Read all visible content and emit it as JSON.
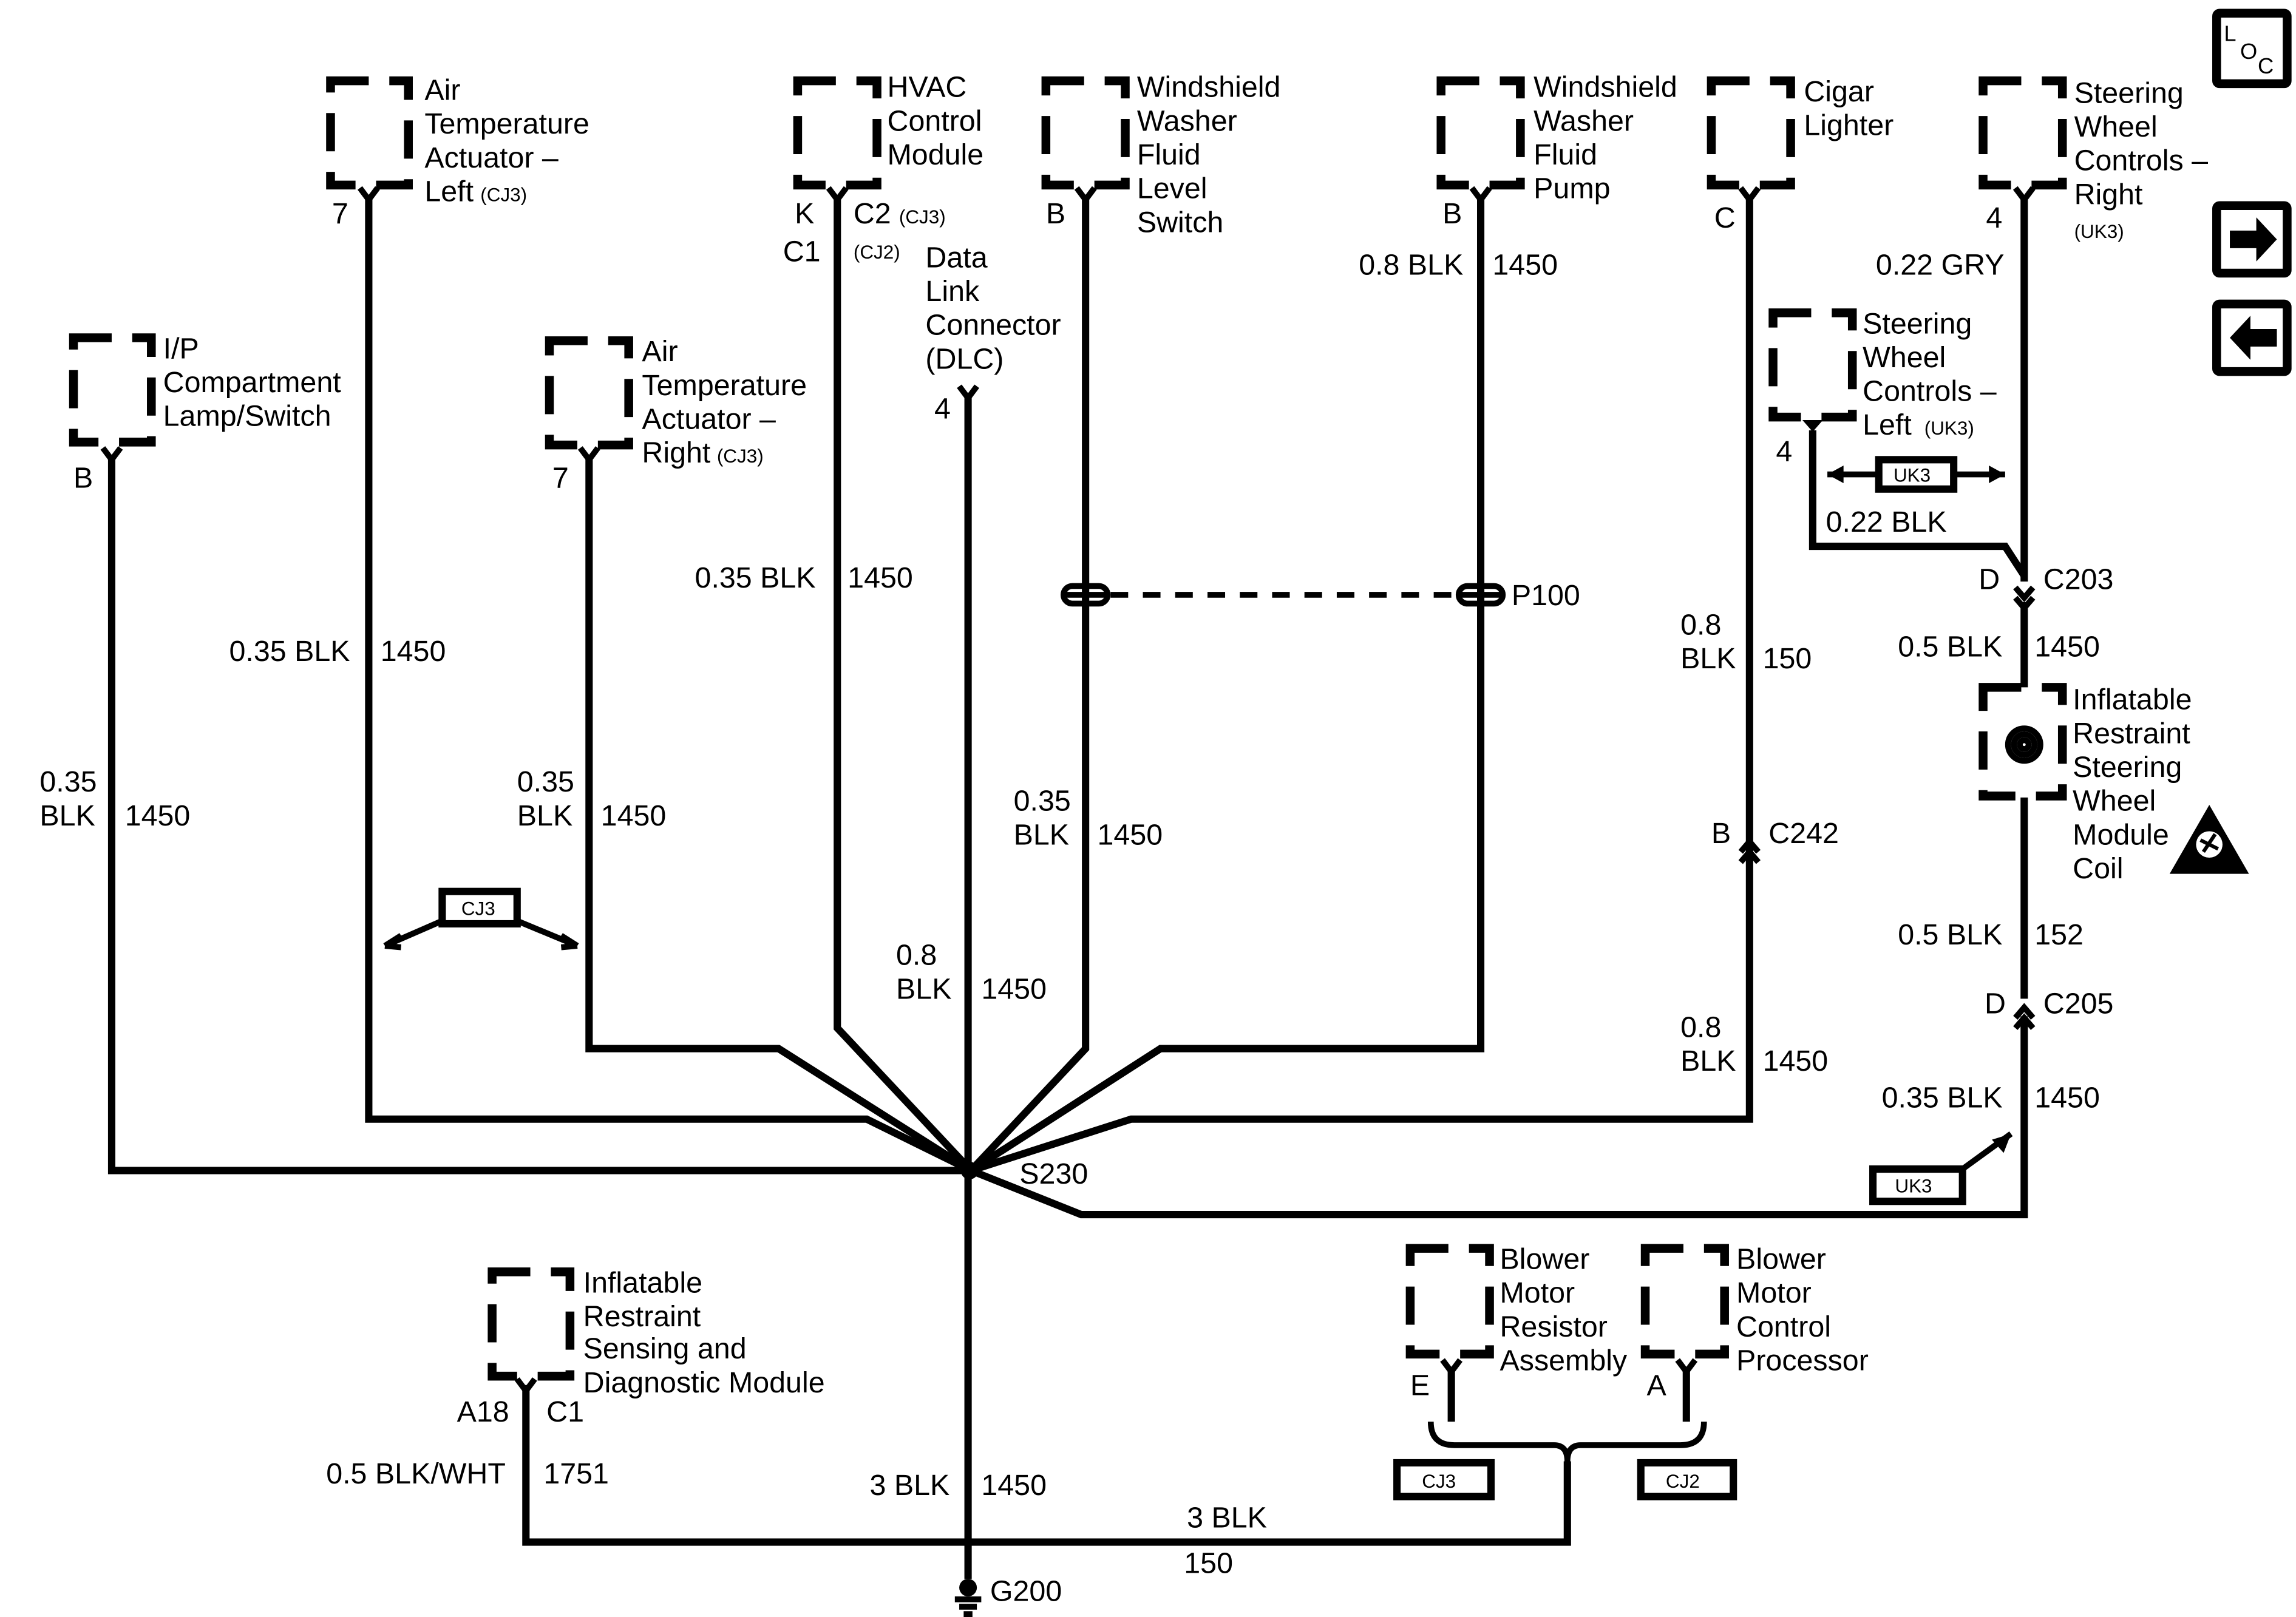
{
  "nav": {
    "loc_l": "L",
    "loc_o": "O",
    "loc_c": "C"
  },
  "components": {
    "air_temp_left": {
      "l1": "Air",
      "l2": "Temperature",
      "l3": "Actuator –",
      "l4": "Left",
      "opt": "(CJ3)",
      "pin": "7",
      "wire_size": "0.35 BLK",
      "circuit": "1450"
    },
    "hvac": {
      "l1": "HVAC",
      "l2": "Control",
      "l3": "Module",
      "pin_k": "K",
      "pin_c2": "C2",
      "opt_c2": "(CJ3)",
      "pin_c1": "C1",
      "opt_c1": "(CJ2)",
      "wire_size": "0.35 BLK",
      "circuit": "1450"
    },
    "washer_switch": {
      "l1": "Windshield",
      "l2": "Washer",
      "l3": "Fluid",
      "l4": "Level",
      "l5": "Switch",
      "pin": "B",
      "wire_a": "0.35",
      "wire_b": "BLK",
      "circuit": "1450"
    },
    "washer_pump": {
      "l1": "Windshield",
      "l2": "Washer",
      "l3": "Fluid",
      "l4": "Pump",
      "pin": "B",
      "wire_size": "0.8 BLK",
      "circuit": "1450"
    },
    "cigar": {
      "l1": "Cigar",
      "l2": "Lighter",
      "pin": "C",
      "wire_a": "0.8",
      "wire_b": "BLK",
      "circuit_a": "150",
      "circuit_b": "1450"
    },
    "sw_right": {
      "l1": "Steering",
      "l2": "Wheel",
      "l3": "Controls –",
      "l4": "Right",
      "opt": "(UK3)",
      "pin": "4",
      "wire_size": "0.22 GRY"
    },
    "sw_left": {
      "l1": "Steering",
      "l2": "Wheel",
      "l3": "Controls –",
      "l4": "Left",
      "opt": "(UK3)",
      "pin": "4",
      "wire_size": "0.22 BLK"
    },
    "ip_lamp": {
      "l1": "I/P",
      "l2": "Compartment",
      "l3": "Lamp/Switch",
      "pin": "B",
      "wire_a": "0.35",
      "wire_b": "BLK",
      "circuit": "1450"
    },
    "air_temp_right": {
      "l1": "Air",
      "l2": "Temperature",
      "l3": "Actuator –",
      "l4": "Right",
      "opt": "(CJ3)",
      "pin": "7",
      "wire_a": "0.35",
      "wire_b": "BLK",
      "circuit": "1450"
    },
    "dlc": {
      "l1": "Data",
      "l2": "Link",
      "l3": "Connector",
      "l4": "(DLC)",
      "pin": "4",
      "wire_a": "0.8",
      "wire_b": "BLK",
      "circuit": "1450"
    },
    "coil": {
      "l1": "Inflatable",
      "l2": "Restraint",
      "l3": "Steering",
      "l4": "Wheel",
      "l5": "Module",
      "l6": "Coil",
      "wire_top": "0.5 BLK",
      "circuit_top": "1450",
      "wire_mid": "0.5 BLK",
      "circuit_mid": "152",
      "wire_bot": "0.35 BLK",
      "circuit_bot": "1450"
    },
    "sdm": {
      "l1": "Inflatable",
      "l2": "Restraint",
      "l3": "Sensing and",
      "l4": "Diagnostic Module",
      "pin_a": "A18",
      "pin_b": "C1",
      "wire_size": "0.5 BLK/WHT",
      "circuit": "1751"
    },
    "blower_res": {
      "l1": "Blower",
      "l2": "Motor",
      "l3": "Resistor",
      "l4": "Assembly",
      "pin": "E"
    },
    "blower_proc": {
      "l1": "Blower",
      "l2": "Motor",
      "l3": "Control",
      "l4": "Processor",
      "pin": "A"
    }
  },
  "connectors": {
    "p100": "P100",
    "c203_pin": "D",
    "c203": "C203",
    "c242_pin": "B",
    "c242": "C242",
    "c205_pin": "D",
    "c205": "C205"
  },
  "splice": {
    "label": "S230"
  },
  "ground": {
    "label": "G200",
    "wire_size": "3 BLK",
    "circuit": "1450",
    "blower_wire": "3 BLK",
    "blower_circuit": "150"
  },
  "options": {
    "cj3": "CJ3",
    "uk3": "UK3",
    "cj2": "CJ2"
  }
}
